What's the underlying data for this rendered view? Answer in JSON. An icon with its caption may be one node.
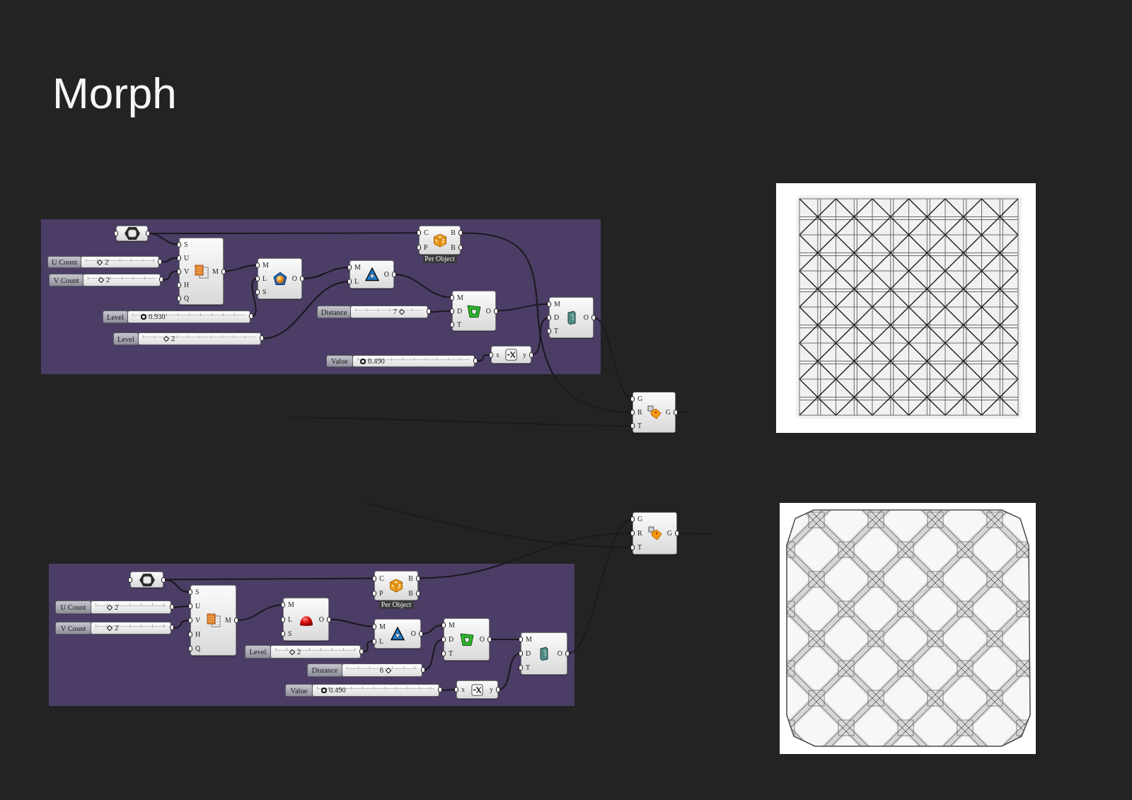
{
  "diagram": {
    "title": "Morph",
    "nodes": [
      {
        "text": [],
        "shape": "box"
      },
      {
        "text": [],
        "shape": "box",
        "in": 0
      },
      {
        "text": [
          "C",
          "P",
          "B",
          "B"
        ],
        "beside": [
          "Per Object"
        ],
        "in": 0
      },
      {
        "text": [
          "U Count",
          "2"
        ],
        "in": 0
      },
      {
        "text": [
          "S",
          "U",
          "V",
          "H",
          "Q",
          "M"
        ],
        "in": 0
      },
      {
        "text": [
          "V Count",
          "2"
        ],
        "in": 0
      },
      {
        "text": [
          "M",
          "L",
          "S",
          "O"
        ],
        "in": 0
      },
      {
        "text": [
          "M",
          "L",
          "O"
        ],
        "in": 0
      },
      {
        "text": [
          "Level",
          "0.930"
        ],
        "in": 0
      },
      {
        "text": [
          "Distance",
          "7"
        ],
        "in": 0
      },
      {
        "text": [
          "M",
          "D",
          "T",
          "O"
        ],
        "in": 0
      },
      {
        "text": [
          "M",
          "D",
          "T",
          "O"
        ],
        "in": 0
      },
      {
        "text": [
          "Level",
          "2"
        ],
        "in": 0
      },
      {
        "text": [
          "Value",
          "0.490"
        ],
        "in": 0
      },
      {
        "text": [
          "x",
          "y"
        ],
        "in": 0
      },
      {
        "text": [
          "G",
          "R",
          "T",
          "G"
        ]
      },
      {
        "text": [
          "G",
          "R",
          "T",
          "G"
        ]
      },
      {
        "text": [],
        "shape": "box"
      },
      {
        "text": [],
        "shape": "box",
        "in": 17
      },
      {
        "text": [
          "C",
          "P",
          "B",
          "B"
        ],
        "beside": [
          "Per Object"
        ],
        "in": 17
      },
      {
        "text": [
          "U Count",
          "2"
        ],
        "in": 17
      },
      {
        "text": [
          "S",
          "U",
          "V",
          "H",
          "Q",
          "M"
        ],
        "in": 17
      },
      {
        "text": [
          "V Count",
          "2"
        ],
        "in": 17
      },
      {
        "text": [
          "M",
          "L",
          "S",
          "O"
        ],
        "in": 17
      },
      {
        "text": [
          "M",
          "L",
          "O"
        ],
        "in": 17
      },
      {
        "text": [
          "Level",
          "2"
        ],
        "in": 17
      },
      {
        "text": [
          "M",
          "D",
          "T",
          "O"
        ],
        "in": 17
      },
      {
        "text": [
          "Distance",
          "6"
        ],
        "in": 17
      },
      {
        "text": [
          "M",
          "D",
          "T",
          "O"
        ],
        "in": 17
      },
      {
        "text": [
          "Value",
          "0.490"
        ],
        "in": 17
      },
      {
        "text": [
          "x",
          "y"
        ],
        "in": 17
      }
    ],
    "edges": [
      {
        "from": 1,
        "to": 4,
        "arrow": "none"
      },
      {
        "from": 1,
        "to": 2,
        "arrow": "none"
      },
      {
        "from": 3,
        "to": 4,
        "arrow": "none"
      },
      {
        "from": 5,
        "to": 4,
        "arrow": "none"
      },
      {
        "from": 4,
        "to": 6,
        "arrow": "none"
      },
      {
        "from": 8,
        "to": 6,
        "arrow": "none"
      },
      {
        "from": 12,
        "to": 7,
        "arrow": "none"
      },
      {
        "from": 6,
        "to": 7,
        "arrow": "none"
      },
      {
        "from": 7,
        "to": 10,
        "arrow": "none"
      },
      {
        "from": 9,
        "to": 10,
        "arrow": "none"
      },
      {
        "from": 10,
        "to": 11,
        "arrow": "none"
      },
      {
        "from": 13,
        "to": 14,
        "arrow": "none"
      },
      {
        "from": 14,
        "to": 11,
        "arrow": "none"
      },
      {
        "from": 11,
        "to": 15,
        "arrow": "none"
      },
      {
        "from": 2,
        "to": 15,
        "arrow": "none"
      },
      {
        "from": null,
        "to": 15,
        "arrow": "none"
      },
      {
        "from": 15,
        "to": null,
        "arrow": "none"
      },
      {
        "from": 18,
        "to": 21,
        "arrow": "none"
      },
      {
        "from": 18,
        "to": 19,
        "arrow": "none"
      },
      {
        "from": 20,
        "to": 21,
        "arrow": "none"
      },
      {
        "from": 22,
        "to": 21,
        "arrow": "none"
      },
      {
        "from": 21,
        "to": 23,
        "arrow": "none"
      },
      {
        "from": 23,
        "to": 24,
        "arrow": "none"
      },
      {
        "from": 25,
        "to": 24,
        "arrow": "none"
      },
      {
        "from": 24,
        "to": 26,
        "arrow": "none"
      },
      {
        "from": 27,
        "to": 26,
        "arrow": "none"
      },
      {
        "from": 26,
        "to": 28,
        "arrow": "none"
      },
      {
        "from": 29,
        "to": 30,
        "arrow": "none"
      },
      {
        "from": 30,
        "to": 28,
        "arrow": "none"
      },
      {
        "from": 28,
        "to": 16,
        "arrow": "none"
      },
      {
        "from": 19,
        "to": 16,
        "arrow": "none"
      },
      {
        "from": null,
        "to": 16,
        "arrow": "none"
      },
      {
        "from": 16,
        "to": null,
        "arrow": "none"
      }
    ]
  }
}
